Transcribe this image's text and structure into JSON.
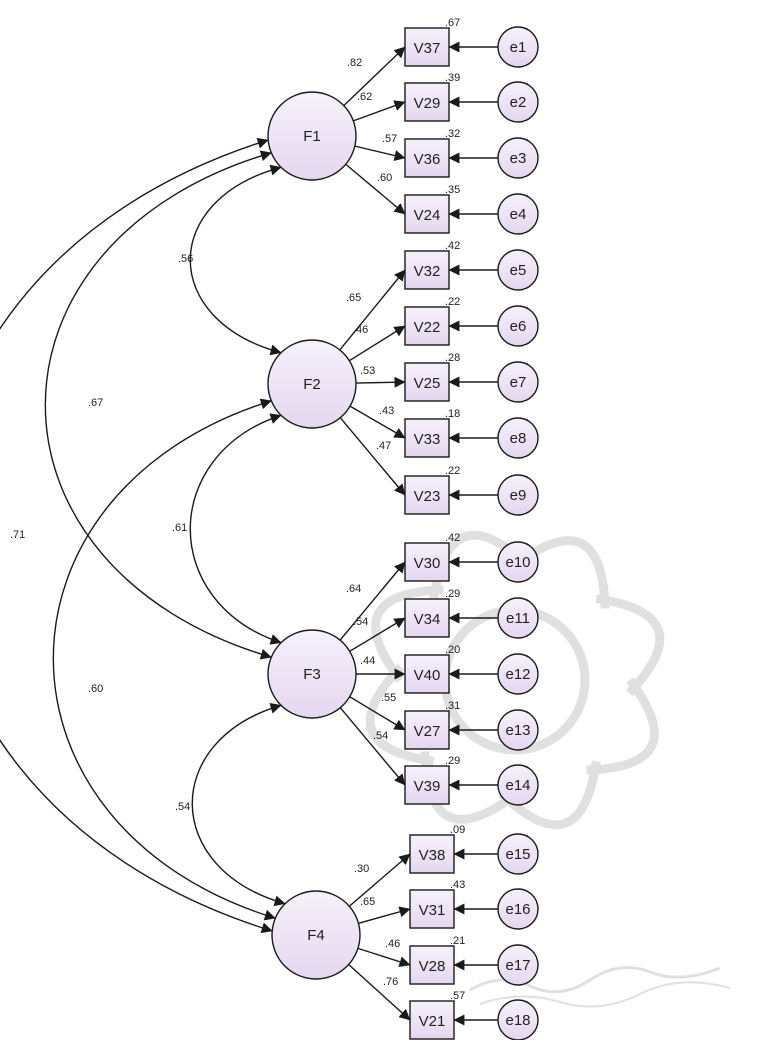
{
  "factors": [
    {
      "id": "F1",
      "label": "F1"
    },
    {
      "id": "F2",
      "label": "F2"
    },
    {
      "id": "F3",
      "label": "F3"
    },
    {
      "id": "F4",
      "label": "F4"
    }
  ],
  "indicators": [
    {
      "label": "V37",
      "factor": "F1",
      "loading": ".82",
      "r2": ".67",
      "error": "e1"
    },
    {
      "label": "V29",
      "factor": "F1",
      "loading": ".62",
      "r2": ".39",
      "error": "e2"
    },
    {
      "label": "V36",
      "factor": "F1",
      "loading": ".57",
      "r2": ".32",
      "error": "e3"
    },
    {
      "label": "V24",
      "factor": "F1",
      "loading": ".60",
      "r2": ".35",
      "error": "e4"
    },
    {
      "label": "V32",
      "factor": "F2",
      "loading": ".65",
      "r2": ".42",
      "error": "e5"
    },
    {
      "label": "V22",
      "factor": "F2",
      "loading": ".46",
      "r2": ".22",
      "error": "e6"
    },
    {
      "label": "V25",
      "factor": "F2",
      "loading": ".53",
      "r2": ".28",
      "error": "e7"
    },
    {
      "label": "V33",
      "factor": "F2",
      "loading": ".43",
      "r2": ".18",
      "error": "e8"
    },
    {
      "label": "V23",
      "factor": "F2",
      "loading": ".47",
      "r2": ".22",
      "error": "e9"
    },
    {
      "label": "V30",
      "factor": "F3",
      "loading": ".64",
      "r2": ".42",
      "error": "e10"
    },
    {
      "label": "V34",
      "factor": "F3",
      "loading": ".54",
      "r2": ".29",
      "error": "e11"
    },
    {
      "label": "V40",
      "factor": "F3",
      "loading": ".44",
      "r2": ".20",
      "error": "e12"
    },
    {
      "label": "V27",
      "factor": "F3",
      "loading": ".55",
      "r2": ".31",
      "error": "e13"
    },
    {
      "label": "V39",
      "factor": "F3",
      "loading": ".54",
      "r2": ".29",
      "error": "e14"
    },
    {
      "label": "V38",
      "factor": "F4",
      "loading": ".30",
      "r2": ".09",
      "error": "e15"
    },
    {
      "label": "V31",
      "factor": "F4",
      "loading": ".65",
      "r2": ".43",
      "error": "e16"
    },
    {
      "label": "V28",
      "factor": "F4",
      "loading": ".46",
      "r2": ".21",
      "error": "e17"
    },
    {
      "label": "V21",
      "factor": "F4",
      "loading": ".76",
      "r2": ".57",
      "error": "e18"
    }
  ],
  "covariances": [
    {
      "from": "F1",
      "to": "F2",
      "value": ".56"
    },
    {
      "from": "F2",
      "to": "F3",
      "value": ".61"
    },
    {
      "from": "F3",
      "to": "F4",
      "value": ".54"
    },
    {
      "from": "F1",
      "to": "F3",
      "value": ".67"
    },
    {
      "from": "F2",
      "to": "F4",
      "value": ".60"
    },
    {
      "from": "F1",
      "to": "F4",
      "value": ".71"
    }
  ],
  "colors": {
    "node_fill_top": "#f6f1fb",
    "node_fill_bottom": "#e4d7ef",
    "stroke": "#1a1a1a",
    "watermark": "#d3d3d3"
  }
}
